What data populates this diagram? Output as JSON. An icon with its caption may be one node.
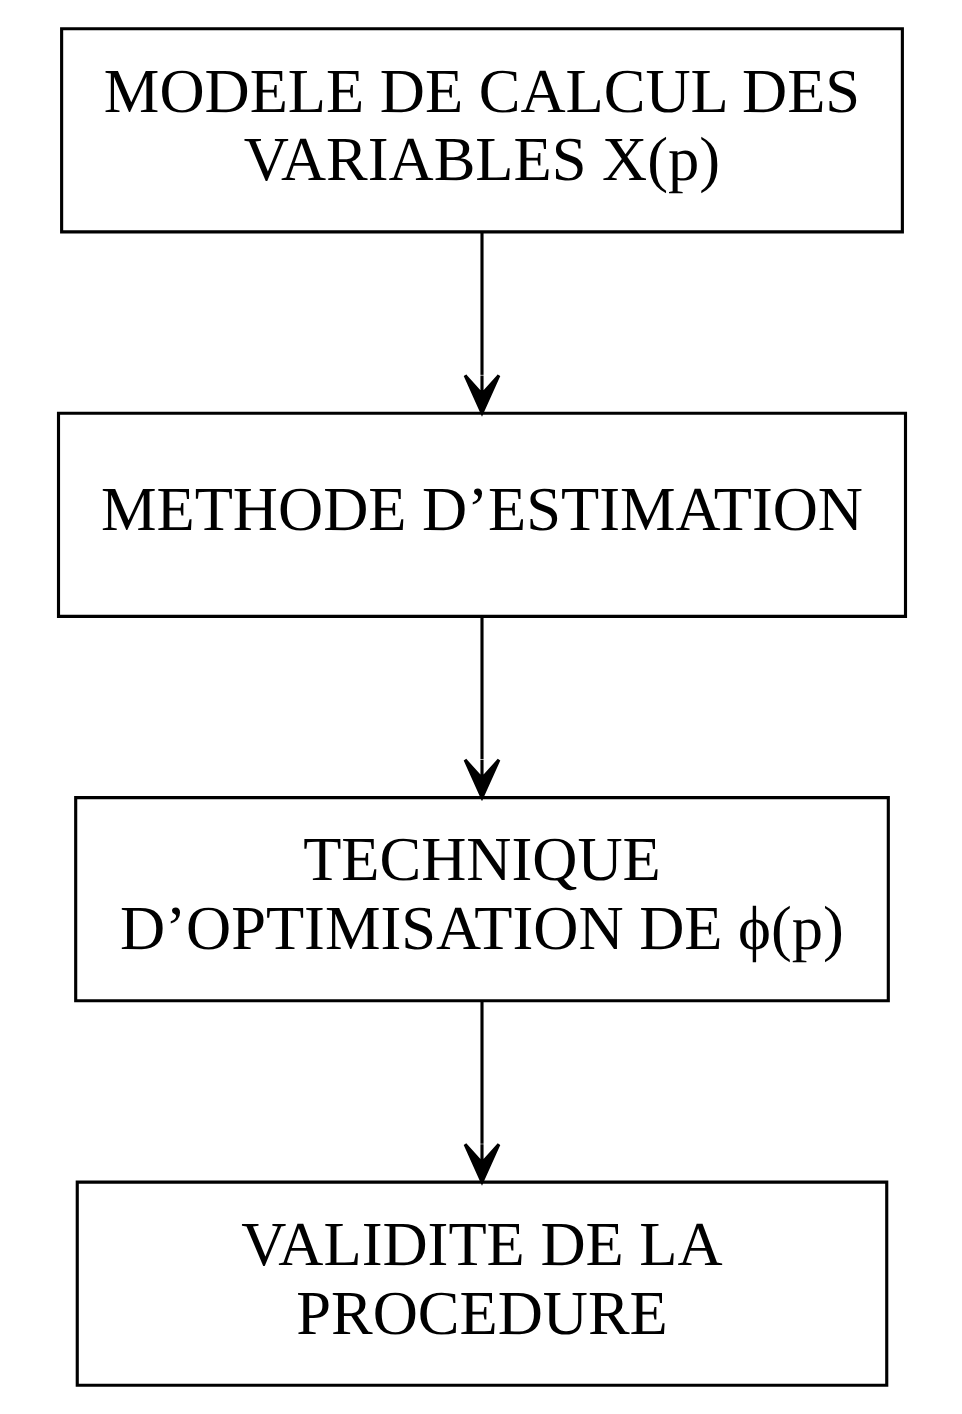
{
  "diagram": {
    "nodes": [
      {
        "text": [
          "MODELE DE CALCUL DES VARIABLES X(p)"
        ]
      },
      {
        "text": [
          "METHODE D’ESTIMATION"
        ]
      },
      {
        "text": [
          "TECHNIQUE D’OPTIMISATION DE ϕ(p)"
        ]
      },
      {
        "text": [
          "VALIDITE DE LA PROCEDURE"
        ]
      }
    ],
    "edges": [
      {
        "from": 0,
        "to": 1,
        "arrow": "to"
      },
      {
        "from": 1,
        "to": 2,
        "arrow": "to"
      },
      {
        "from": 2,
        "to": 3,
        "arrow": "to"
      }
    ]
  }
}
